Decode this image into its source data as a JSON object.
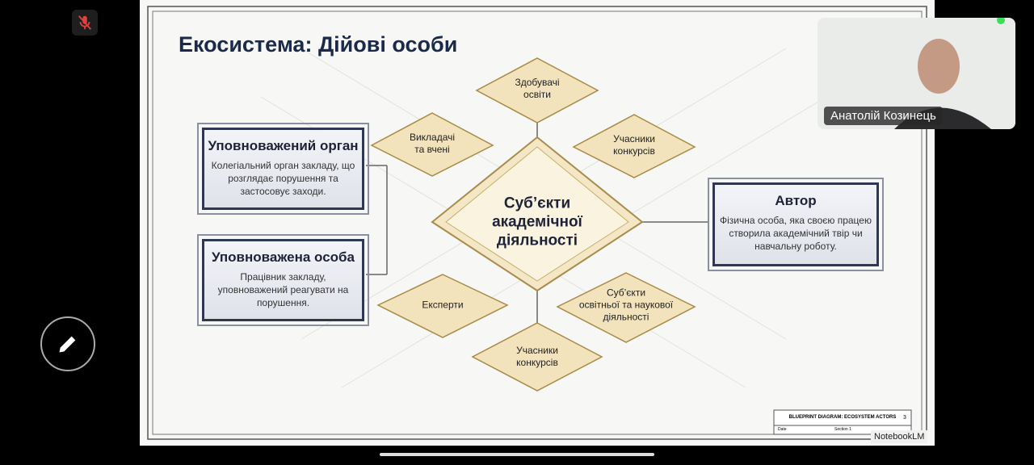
{
  "slide": {
    "title": "Екосистема: Дійові особи",
    "center": [
      "Суб’єкти",
      "академічної",
      "діяльності"
    ],
    "diamonds": [
      {
        "text": [
          "Здобувачі",
          "освіти"
        ]
      },
      {
        "text": [
          "Викладачі",
          "та вчені"
        ]
      },
      {
        "text": [
          "Учасники",
          "конкурсів"
        ]
      },
      {
        "text": [
          "Експерти"
        ]
      },
      {
        "text": [
          "Суб’єкти",
          "освітньої та наукової",
          "діяльності"
        ]
      },
      {
        "text": [
          "Учасники",
          "конкурсів"
        ]
      }
    ],
    "cards": [
      {
        "title": "Уповноважений орган",
        "desc": "Колегіальний орган закладу, що розглядає порушення та застосовує заходи."
      },
      {
        "title": "Уповноважена особа",
        "desc": "Працівник закладу, уповноважений реагувати на порушення."
      },
      {
        "title": "Автор",
        "desc": "Фізична особа, яка своєю працею створила академічний твір чи навчальну роботу."
      }
    ],
    "title_block": "BLUEPRINT DIAGRAM: ECOSYSTEM ACTORS",
    "sheet": "3",
    "date_label": "Date",
    "section_label": "Section 1"
  },
  "watermark": "NotebookLM",
  "video": {
    "name": "Анатолій Козинець",
    "status_color": "#3ddc5a"
  },
  "icons": {
    "mic": "mic-off-icon",
    "edit": "pencil-icon"
  }
}
